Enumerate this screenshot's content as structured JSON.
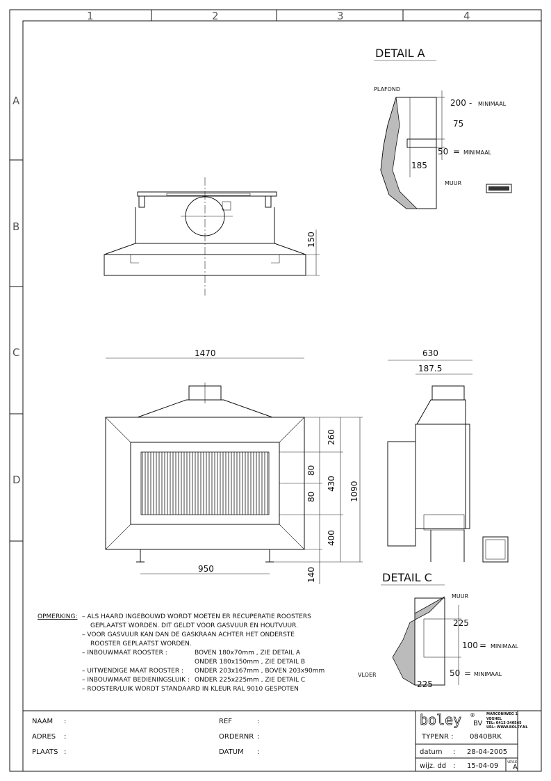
{
  "ruler": {
    "columns": [
      "1",
      "2",
      "3",
      "4"
    ],
    "rows": [
      "A",
      "B",
      "C",
      "D"
    ]
  },
  "details": {
    "a_title": "DETAIL A",
    "c_title": "DETAIL C"
  },
  "detail_a": {
    "plafond": "PLAFOND",
    "dim_200": "200",
    "minimaal_top": "MINIMAAL",
    "dim_75": "75",
    "dim_50": "50",
    "minimaal_bottom": "MINIMAAL",
    "dim_185": "185",
    "muur": "MUUR",
    "dash": "-",
    "eq": "="
  },
  "detail_c": {
    "muur": "MUUR",
    "dim_225_top": "225",
    "dim_100": "100",
    "minimaal_top": "MINIMAAL",
    "dim_50": "50",
    "minimaal_bottom": "MINIMAAL",
    "vloer": "VLOER",
    "dim_225_bottom": "225",
    "eq": "="
  },
  "top_view": {
    "dim_150": "150"
  },
  "front_view": {
    "width": "1470",
    "dim_260": "260",
    "dim_80a": "80",
    "dim_430": "430",
    "dim_80b": "80",
    "dim_1090": "1090",
    "dim_400": "400",
    "dim_950": "950",
    "dim_140": "140"
  },
  "side_view": {
    "depth": "630",
    "dim_187": "187.5"
  },
  "notes": {
    "label": "OPMERKING:",
    "lines": [
      "– ALS HAARD INGEBOUWD WORDT MOETEN ER RECUPERATIE ROOSTERS",
      "GEPLAATST WORDEN. DIT GELDT VOOR GASVUUR EN HOUTVUUR.",
      "– VOOR GASVUUR KAN DAN DE GASKRAAN ACHTER HET ONDERSTE",
      "ROOSTER GEPLAATST WORDEN.",
      "– INBOUWMAAT ROOSTER :",
      "– UITWENDIGE MAAT ROOSTER :",
      "– INBOUWMAAT BEDIENINGSLUIK :",
      "– ROOSTER/LUIK WORDT STANDAARD IN KLEUR RAL 9010 GESPOTEN"
    ],
    "values": [
      "BOVEN 180x70mm , ZIE DETAIL A",
      "ONDER 180x150mm , ZIE DETAIL B",
      "ONDER 203x167mm , BOVEN 203x90mm",
      "ONDER 225x225mm , ZIE DETAIL C"
    ]
  },
  "title_block": {
    "naam": "NAAM",
    "adres": "ADRES",
    "plaats": "PLAATS",
    "ref": "REF",
    "ordernr": "ORDERNR",
    "datum_left": "DATUM",
    "colon": ":",
    "logo": "boley",
    "bv": "BV",
    "reg": "®",
    "address": [
      "MARCONIWEG 1",
      "VEGHEL",
      "TEL: 0413-340545",
      "URL: WWW.BOLEY.NL"
    ],
    "typenr_label": "TYPENR :",
    "typenr": "0840BRK",
    "datum_label": "datum",
    "datum": "28-04-2005",
    "wijz_label": "wijz. dd",
    "wijz": "15-04-09",
    "versie_label": "VERSIE",
    "versie": "A"
  }
}
